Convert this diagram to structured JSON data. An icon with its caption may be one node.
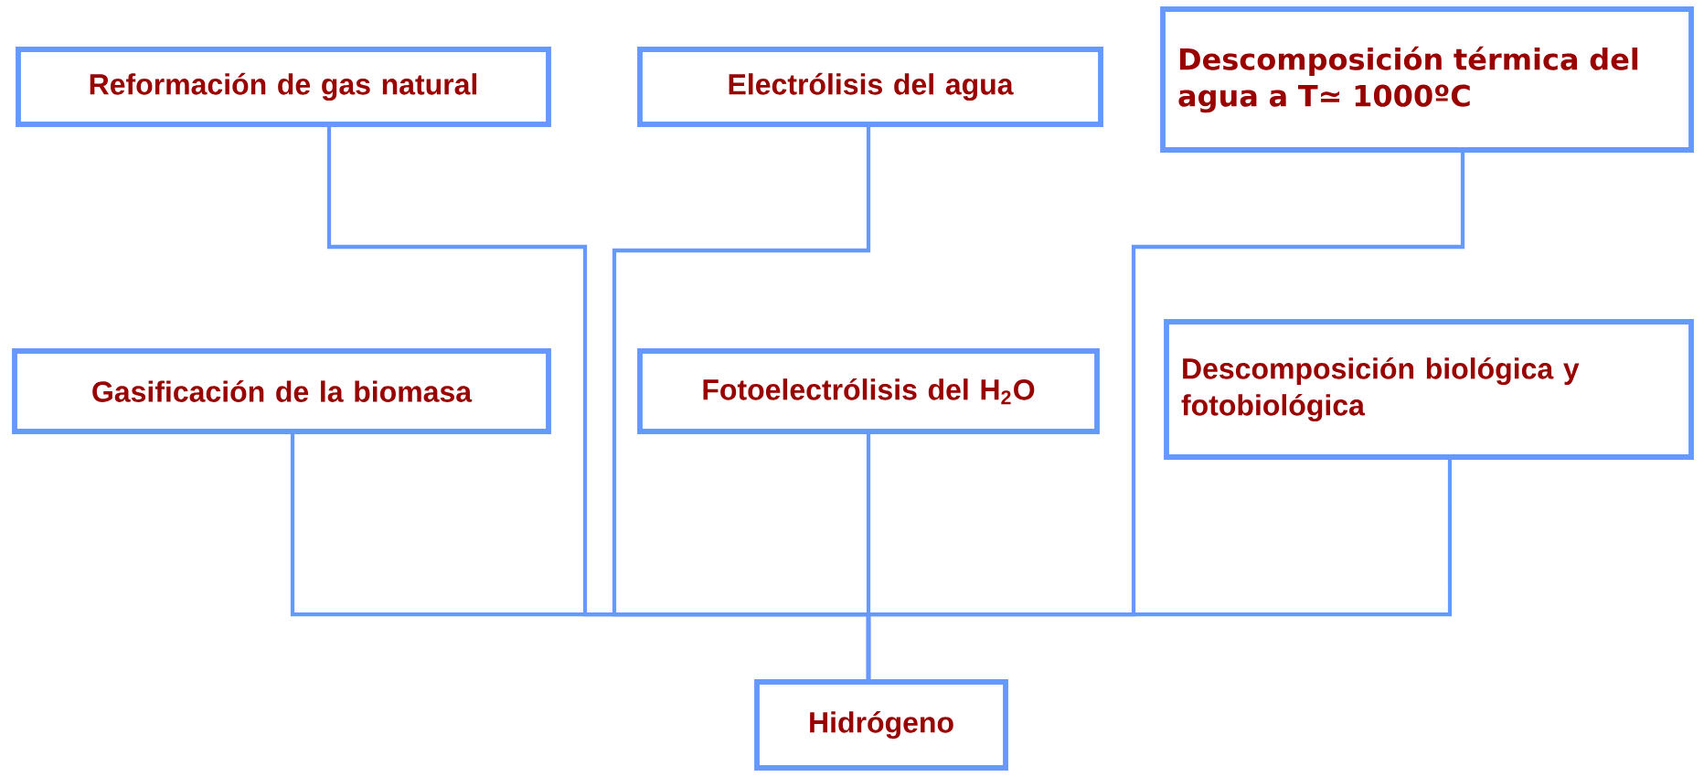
{
  "diagram": {
    "nodes": [
      {
        "text": [
          "Reformación de gas natural"
        ]
      },
      {
        "text": [
          "Electrólisis del agua"
        ]
      },
      {
        "text": [
          "Descomposición térmica del agua a T≃ 1000ºC"
        ]
      },
      {
        "text": [
          "Gasificación de la biomasa"
        ]
      },
      {
        "text": [
          "Fotoelectrólisis del H$_{2}$O"
        ]
      },
      {
        "text": [
          "Descomposición biológica y fotobiológica"
        ]
      },
      {
        "text": [
          "Hidrógeno"
        ]
      }
    ],
    "edges": [
      {
        "from": 0,
        "to": 6,
        "arrow": "none"
      },
      {
        "from": 1,
        "to": 6,
        "arrow": "none"
      },
      {
        "from": 2,
        "to": 6,
        "arrow": "none"
      },
      {
        "from": 3,
        "to": 6,
        "arrow": "none"
      },
      {
        "from": 4,
        "to": 6,
        "arrow": "none"
      },
      {
        "from": 5,
        "to": 6,
        "arrow": "none"
      }
    ]
  }
}
